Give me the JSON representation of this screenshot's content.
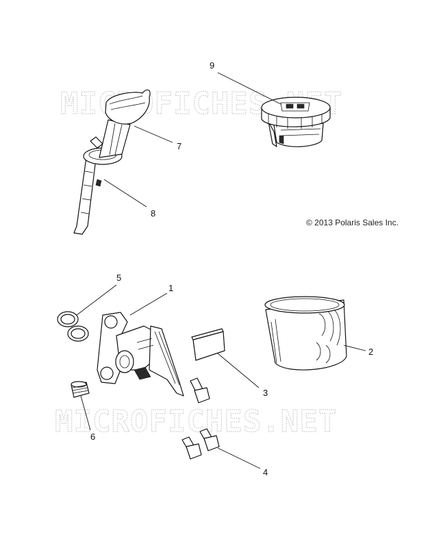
{
  "watermarks": [
    "MICROFICHES.NET",
    "MICROFICHES.NET"
  ],
  "copyright": "© 2013 Polaris Sales Inc.",
  "callouts": {
    "c1": "1",
    "c2": "2",
    "c3": "3",
    "c4": "4",
    "c5": "5",
    "c6": "6",
    "c7": "7",
    "c8": "8",
    "c9": "9"
  }
}
